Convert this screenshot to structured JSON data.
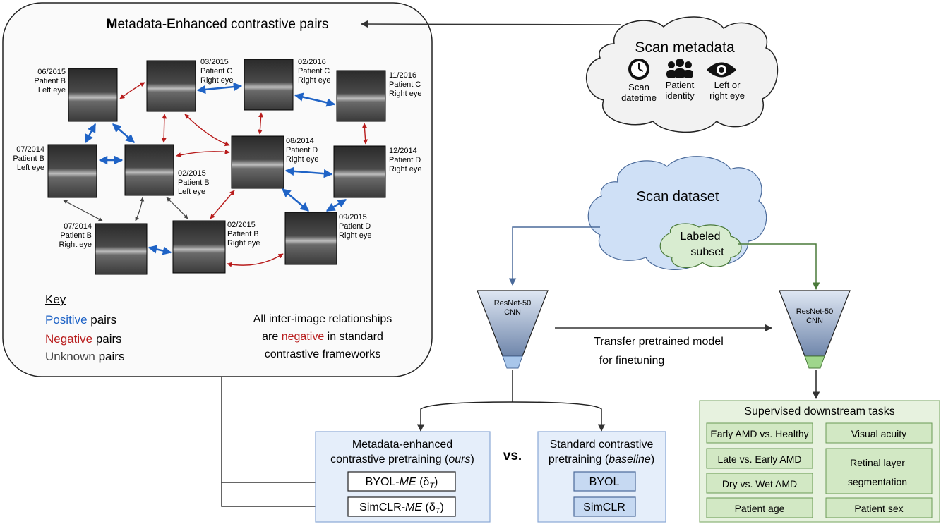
{
  "metadata_panel": {
    "title_M": "M",
    "title_rest1": "etadata-",
    "title_E": "E",
    "title_rest2": "nhanced contrastive pairs",
    "images": [
      {
        "date": "06/2015",
        "patient": "Patient B",
        "eye": "Left eye"
      },
      {
        "date": "03/2015",
        "patient": "Patient C",
        "eye": "Right eye"
      },
      {
        "date": "02/2016",
        "patient": "Patient C",
        "eye": "Right eye"
      },
      {
        "date": "11/2016",
        "patient": "Patient C",
        "eye": "Right eye"
      },
      {
        "date": "07/2014",
        "patient": "Patient B",
        "eye": "Left eye"
      },
      {
        "date": "02/2015",
        "patient": "Patient B",
        "eye": "Left eye"
      },
      {
        "date": "08/2014",
        "patient": "Patient D",
        "eye": "Right eye"
      },
      {
        "date": "12/2014",
        "patient": "Patient D",
        "eye": "Right eye"
      },
      {
        "date": "07/2014",
        "patient": "Patient B",
        "eye": "Right eye"
      },
      {
        "date": "02/2015",
        "patient": "Patient B",
        "eye": "Right eye"
      },
      {
        "date": "09/2015",
        "patient": "Patient D",
        "eye": "Right eye"
      }
    ],
    "key": {
      "heading": "Key",
      "positive_word": "Positive",
      "negative_word": "Negative",
      "unknown_word": "Unknown",
      "pairs_suffix": " pairs"
    },
    "note": {
      "line1": "All inter-image relationships",
      "line2_pre": "are ",
      "line2_neg": "negative",
      "line2_post": " in standard",
      "line3": "contrastive frameworks"
    }
  },
  "scan_metadata": {
    "title": "Scan metadata",
    "items": [
      {
        "icon": "clock-icon",
        "line1": "Scan",
        "line2": "datetime"
      },
      {
        "icon": "people-icon",
        "line1": "Patient",
        "line2": "identity"
      },
      {
        "icon": "eye-icon",
        "line1": "Left or",
        "line2": "right eye"
      }
    ]
  },
  "scan_dataset": {
    "title": "Scan dataset",
    "subset_line1": "Labeled",
    "subset_line2": "subset"
  },
  "models": {
    "left": {
      "line1": "ResNet-50",
      "line2": "CNN"
    },
    "right": {
      "line1": "ResNet-50",
      "line2": "CNN"
    },
    "transfer_line1": "Transfer pretrained model",
    "transfer_line2": "for finetuning"
  },
  "pretraining": {
    "ours_line1": "Metadata-enhanced",
    "ours_line2_pre": "contrastive pretraining (",
    "ours_line2_em": "ours",
    "ours_line2_post": ")",
    "byol_me_pre": "BYOL-",
    "byol_me_em": "ME",
    "byol_me_post": " (δ",
    "sub": "T",
    "close": ")",
    "simclr_me_pre": "SimCLR-",
    "simclr_me_em": "ME",
    "simclr_me_post": " (δ",
    "vs": "vs.",
    "base_line1": "Standard contrastive",
    "base_line2_pre": "pretraining (",
    "base_line2_em": "baseline",
    "base_line2_post": ")",
    "byol": "BYOL",
    "simclr": "SimCLR"
  },
  "downstream": {
    "title": "Supervised downstream tasks",
    "tasks": [
      "Early AMD vs. Healthy",
      "Visual acuity",
      "Late vs. Early AMD",
      "Retinal layer",
      "segmentation",
      "Dry vs. Wet AMD",
      "Patient age",
      "Patient sex"
    ]
  },
  "colors": {
    "positive": "#1f63c6",
    "negative": "#b81c1c",
    "unknown": "#444444",
    "cloud_blue": "#cfe0f6",
    "cloud_green": "#d8ecd0",
    "panel_blue": "#e5eefa",
    "panel_green": "#e7f2df"
  }
}
